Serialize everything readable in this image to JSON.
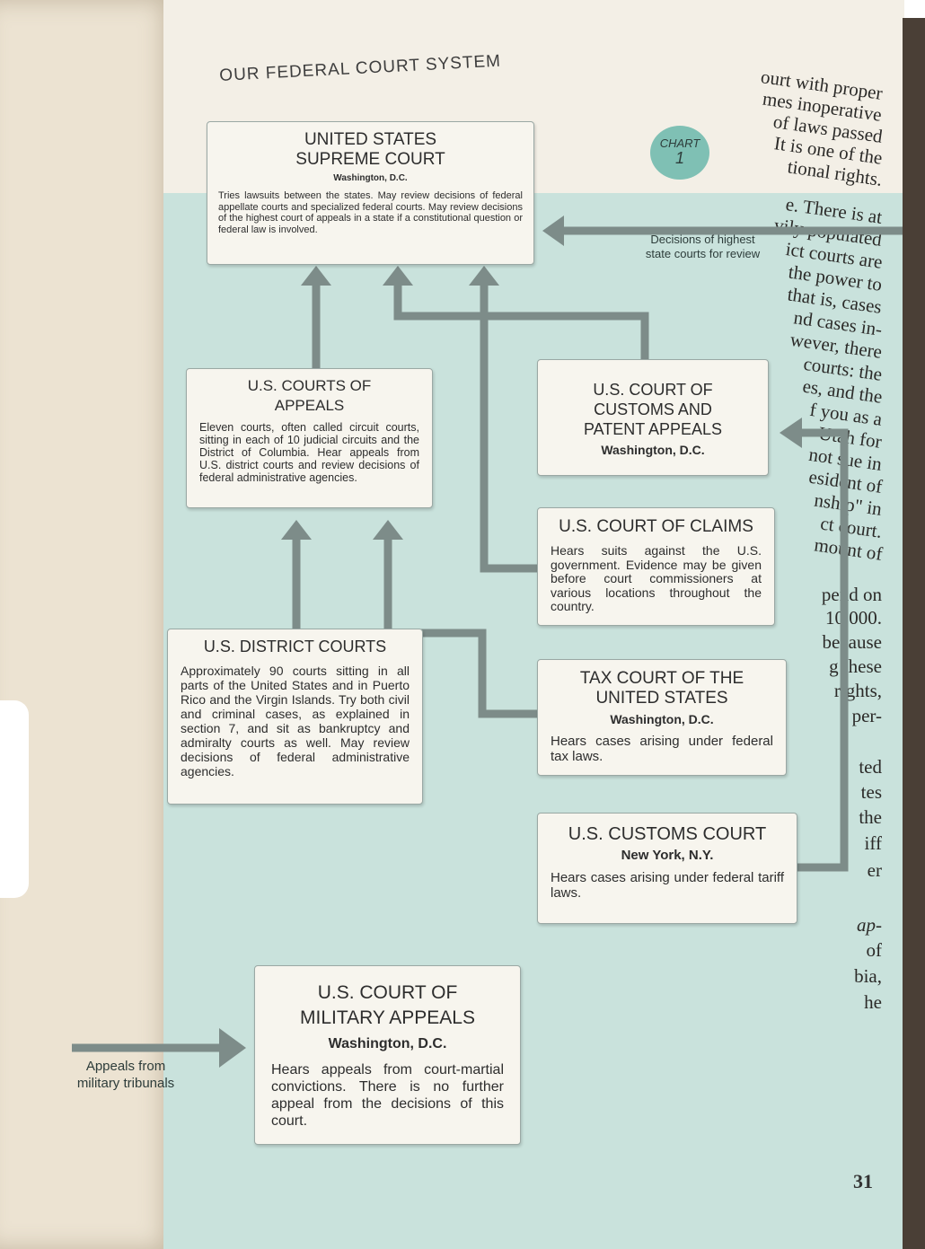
{
  "page": {
    "title": "OUR FEDERAL COURT SYSTEM",
    "chart_label": "CHART",
    "chart_number": "1",
    "page_number": "31"
  },
  "left_page_lines": [
    "ourt with proper",
    "mes inoperative",
    "of laws passed",
    "It is one of the",
    "tional rights.",
    "e. There is at",
    "vily populated",
    "ict courts are",
    "the power to",
    "that is, cases",
    "nd cases in-",
    "wever, there",
    "courts: the",
    "es, and the",
    "f you as a",
    "Utah for",
    "not sue in",
    "esident of",
    "nship\" in",
    "ct court.",
    "mount of",
    "pend on",
    "10,000.",
    "because",
    "g these",
    "rights,",
    "per-",
    "ted",
    "tes",
    "the",
    "iff",
    "er",
    "ap-",
    "of",
    "bia,",
    "he"
  ],
  "courts": {
    "supreme": {
      "title_1": "UNITED STATES",
      "title_2": "SUPREME COURT",
      "location": "Washington, D.C.",
      "description": "Tries lawsuits between the states. May review decisions of federal appellate courts and specialized federal courts. May review decisions of the highest court of appeals in a state if a constitutional question or federal law is involved."
    },
    "appeals": {
      "title_1": "U.S. COURTS OF",
      "title_2": "APPEALS",
      "description": "Eleven courts, often called circuit courts, sitting in each of 10 judicial circuits and the District of Columbia. Hear appeals from U.S. district courts and review decisions of federal administrative agencies."
    },
    "customs_patent": {
      "title_1": "U.S. COURT OF",
      "title_2": "CUSTOMS AND",
      "title_3": "PATENT APPEALS",
      "location": "Washington, D.C."
    },
    "claims": {
      "title": "U.S. COURT OF CLAIMS",
      "description": "Hears suits against the U.S. government. Evidence may be given before court commissioners at various locations throughout the country."
    },
    "district": {
      "title": "U.S. DISTRICT COURTS",
      "description": "Approximately 90 courts sitting in all parts of the United States and in Puerto Rico and the Virgin Islands. Try both civil and criminal cases, as explained in section 7, and sit as bankruptcy and admiralty courts as well. May review decisions of federal administrative agencies."
    },
    "tax": {
      "title_1": "TAX COURT OF THE",
      "title_2": "UNITED STATES",
      "location": "Washington, D.C.",
      "description": "Hears cases arising under federal tax laws."
    },
    "customs": {
      "title": "U.S. CUSTOMS COURT",
      "location": "New York, N.Y.",
      "description": "Hears cases arising under federal tariff laws."
    },
    "military": {
      "title_1": "U.S. COURT OF",
      "title_2": "MILITARY APPEALS",
      "location": "Washington, D.C.",
      "description": "Hears appeals from court-martial convictions. There is no further appeal from the decisions of this court."
    }
  },
  "notes": {
    "state_courts_1": "Decisions of highest",
    "state_courts_2": "state courts for review",
    "military_1": "Appeals from",
    "military_2": "military tribunals"
  },
  "colors": {
    "band": "#c9e2dc",
    "connector": "#7d8c89",
    "badge": "#7fc0b4"
  }
}
